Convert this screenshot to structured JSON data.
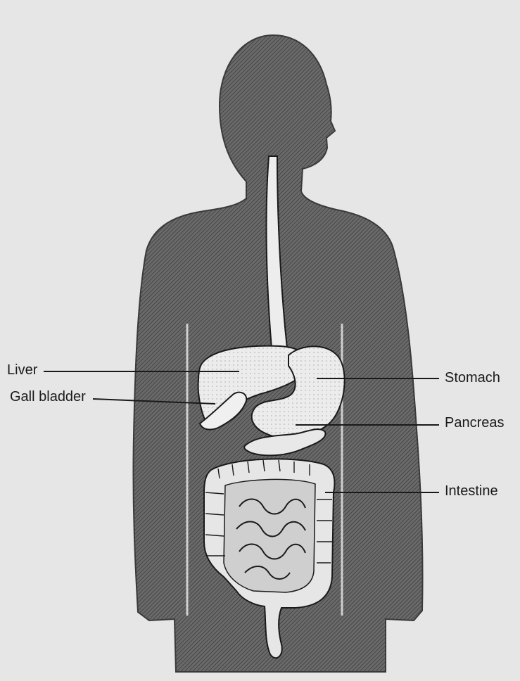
{
  "diagram": {
    "labels": {
      "liver": "Liver",
      "gall_bladder": "Gall bladder",
      "stomach": "Stomach",
      "pancreas": "Pancreas",
      "intestine": "Intestine"
    }
  },
  "colors": {
    "background": "#e6e6e6",
    "body_fill": "#5e5e5e",
    "organ_fill": "#e9e9e9",
    "line": "#1a1a1a"
  }
}
